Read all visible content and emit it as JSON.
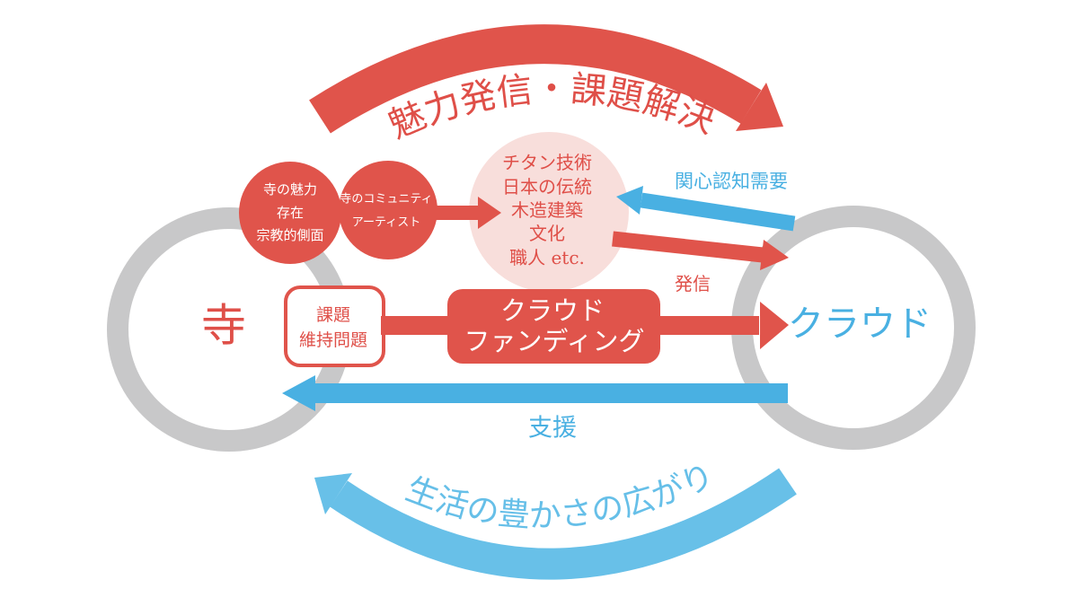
{
  "diagram": {
    "top_arrow": {
      "label": "魅力発信・課題解決"
    },
    "bottom_arrow": {
      "label": "生活の豊かさの広がり"
    },
    "temple": {
      "label": "寺"
    },
    "crowd": {
      "label": "クラウド"
    },
    "charm_circle": {
      "lines": [
        "寺の魅力",
        "存在",
        "宗教的側面"
      ]
    },
    "community_circle": {
      "lines": [
        "寺のコミュニティ",
        "アーティスト"
      ]
    },
    "assets_circle": {
      "lines": [
        "チタン技術",
        "日本の伝統",
        "木造建築",
        "文化",
        "職人 etc."
      ]
    },
    "issues_box": {
      "lines": [
        "課題",
        "維持問題"
      ]
    },
    "crowdfunding_box": {
      "lines": [
        "クラウド",
        "ファンディング"
      ]
    },
    "labels": {
      "interest": "関心認知需要",
      "transmit": "発信",
      "support": "支援"
    },
    "colors": {
      "red": "#E0544B",
      "pink": "#F8DEDB",
      "blue": "#49B0E2",
      "light_blue": "#68C0E8",
      "gray": "#C8C8C9",
      "white": "#FFFFFF"
    }
  }
}
